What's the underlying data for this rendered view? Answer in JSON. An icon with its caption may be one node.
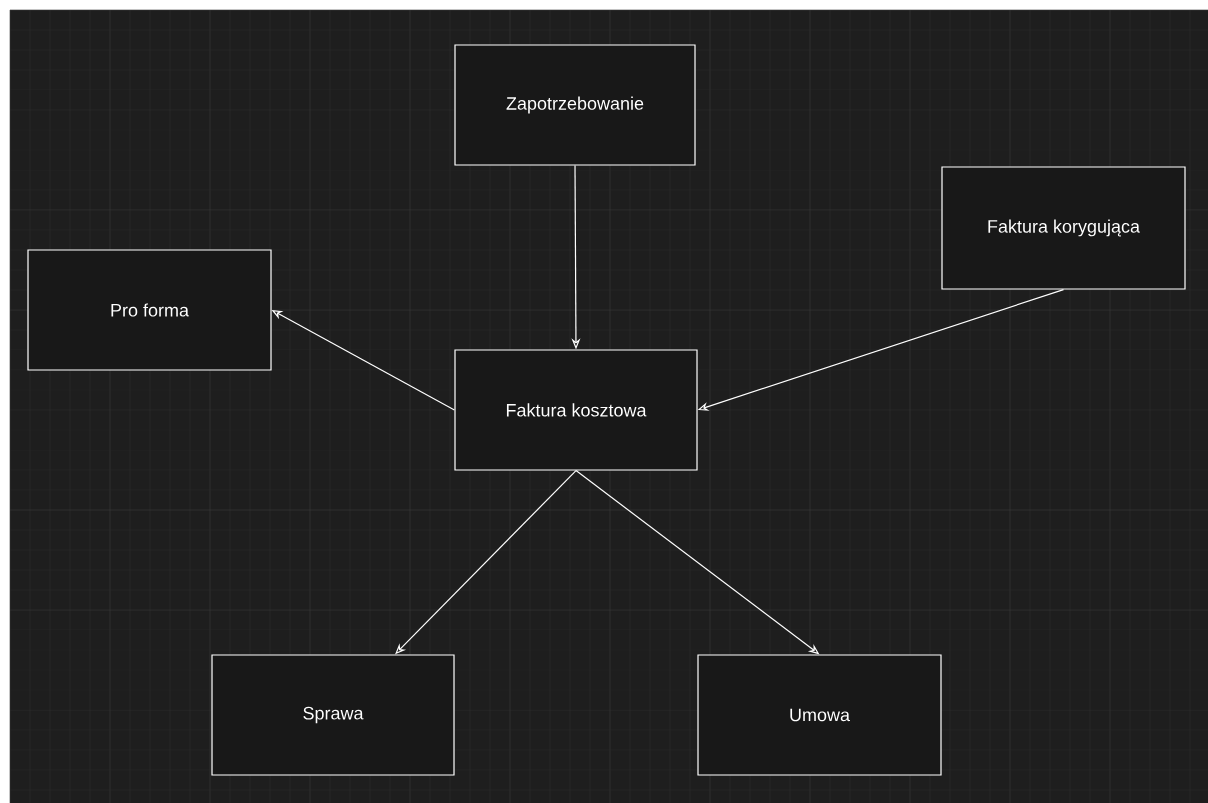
{
  "diagram": {
    "nodes": [
      {
        "text": [
          "Zapotrzebowanie"
        ]
      },
      {
        "text": [
          "Faktura korygująca"
        ]
      },
      {
        "text": [
          "Pro forma"
        ]
      },
      {
        "text": [
          "Faktura kosztowa"
        ]
      },
      {
        "text": [
          "Sprawa"
        ]
      },
      {
        "text": [
          "Umowa"
        ]
      }
    ],
    "edges": [
      {
        "from": 0,
        "to": 3,
        "arrow": "to"
      },
      {
        "from": 1,
        "to": 3,
        "arrow": "to"
      },
      {
        "from": 3,
        "to": 2,
        "arrow": "to"
      },
      {
        "from": 3,
        "to": 4,
        "arrow": "to"
      },
      {
        "from": 3,
        "to": 5,
        "arrow": "to"
      }
    ]
  }
}
